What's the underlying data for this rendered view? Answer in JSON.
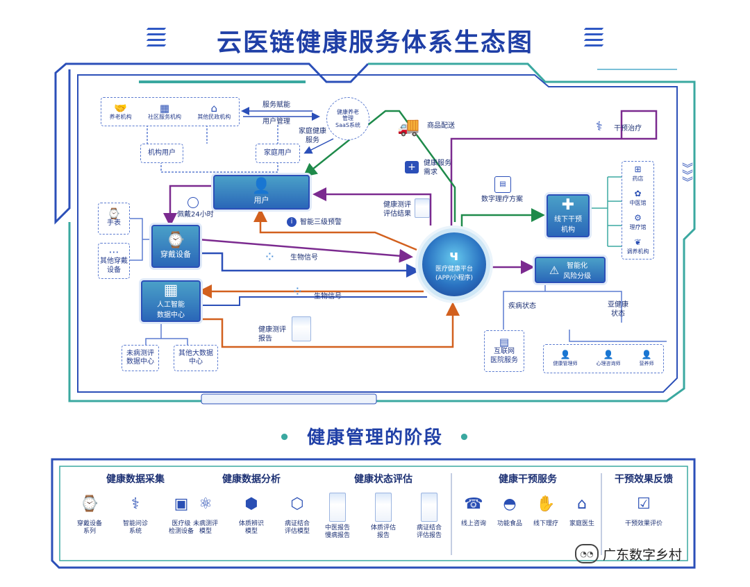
{
  "title": "云医链健康服务体系生态图",
  "subtitle": "健康管理的阶段",
  "institutions": [
    {
      "icon": "handshake-icon",
      "label": "养老机构"
    },
    {
      "icon": "building-icon",
      "label": "社区服务机构"
    },
    {
      "icon": "house-icon",
      "label": "其他民政机构"
    }
  ],
  "nodes": {
    "institution_user": "机构用户",
    "family_user": "家庭用户",
    "user": "用户",
    "saas": [
      "健康养老",
      "管理",
      "SaaS系统"
    ],
    "wearable": "穿戴设备",
    "watch": "手表",
    "other_wearable": [
      "其他穿戴",
      "设备"
    ],
    "ai_data_center": [
      "人工智能",
      "数据中心"
    ],
    "chronic_center": [
      "未病测评",
      "数据中心"
    ],
    "other_bigdata": [
      "其他大数据",
      "中心"
    ],
    "hub": [
      "医疗健康平台",
      "(APP/小程序)"
    ],
    "offline_intervention": [
      "线下干预",
      "机构"
    ],
    "risk_grading": [
      "智能化",
      "风险分级"
    ],
    "internet_hospital": [
      "互联网",
      "医院服务"
    ]
  },
  "offline_list": [
    "药店",
    "中医馆",
    "理疗馆",
    "调养机构"
  ],
  "subhealth_list": [
    "健康管理师",
    "心理咨询师",
    "营养师"
  ],
  "edge_labels": {
    "service_empower": "服务赋能",
    "user_manage": "用户管理",
    "family_health_service": [
      "家庭健康",
      "服务"
    ],
    "goods_delivery": "商品配送",
    "intervention_treatment": "干预治疗",
    "health_service_demand": [
      "健康服务",
      "需求"
    ],
    "health_eval_result": [
      "健康测评",
      "评估结果"
    ],
    "three_level_warning": "智能三级预警",
    "wear_24h": "佩戴24小时",
    "bio_signal_1": "生物信号",
    "bio_signal_2": "生物信号",
    "health_report": [
      "健康测评",
      "报告"
    ],
    "digital_plan": "数字理疗方案",
    "disease_state": "疾病状态",
    "subhealth_state": [
      "亚健康",
      "状态"
    ]
  },
  "stages": [
    {
      "title": "健康数据采集",
      "items": [
        {
          "icon": "watch-icon",
          "label": [
            "穿戴设备",
            "系列"
          ]
        },
        {
          "icon": "stethoscope-icon",
          "label": [
            "智能问诊",
            "系统"
          ]
        },
        {
          "icon": "medical-device-icon",
          "label": [
            "医疗级",
            "检测设备"
          ]
        }
      ]
    },
    {
      "title": "健康数据分析",
      "items": [
        {
          "icon": "atom-icon",
          "label": [
            "未病测评",
            "模型"
          ]
        },
        {
          "icon": "cube-icon",
          "label": [
            "体质辨识",
            "模型"
          ]
        },
        {
          "icon": "network-cube-icon",
          "label": [
            "病证结合",
            "评估模型"
          ]
        }
      ]
    },
    {
      "title": "健康状态评估",
      "items": [
        {
          "icon": "report-icon",
          "label": [
            "中医报告",
            "慢病报告"
          ]
        },
        {
          "icon": "report-icon",
          "label": [
            "体质评估",
            "报告"
          ]
        },
        {
          "icon": "report-icon",
          "label": [
            "病证结合",
            "评估报告"
          ]
        }
      ]
    },
    {
      "title": "健康干预服务",
      "items": [
        {
          "icon": "online-consult-icon",
          "label": [
            "线上咨询"
          ]
        },
        {
          "icon": "food-icon",
          "label": [
            "功能食品"
          ]
        },
        {
          "icon": "therapy-icon",
          "label": [
            "线下理疗"
          ]
        },
        {
          "icon": "doctor-icon",
          "label": [
            "家庭医生"
          ]
        }
      ]
    },
    {
      "title": "干预效果反馈",
      "items": [
        {
          "icon": "checklist-icon",
          "label": [
            "干预效果评价"
          ]
        }
      ]
    }
  ],
  "watermark": "广东数字乡村",
  "colors": {
    "blue": "#2b4fb8",
    "purple": "#7b2a8f",
    "green": "#1e8a4a",
    "orange": "#d2601e",
    "teal": "#3aa8a0"
  }
}
